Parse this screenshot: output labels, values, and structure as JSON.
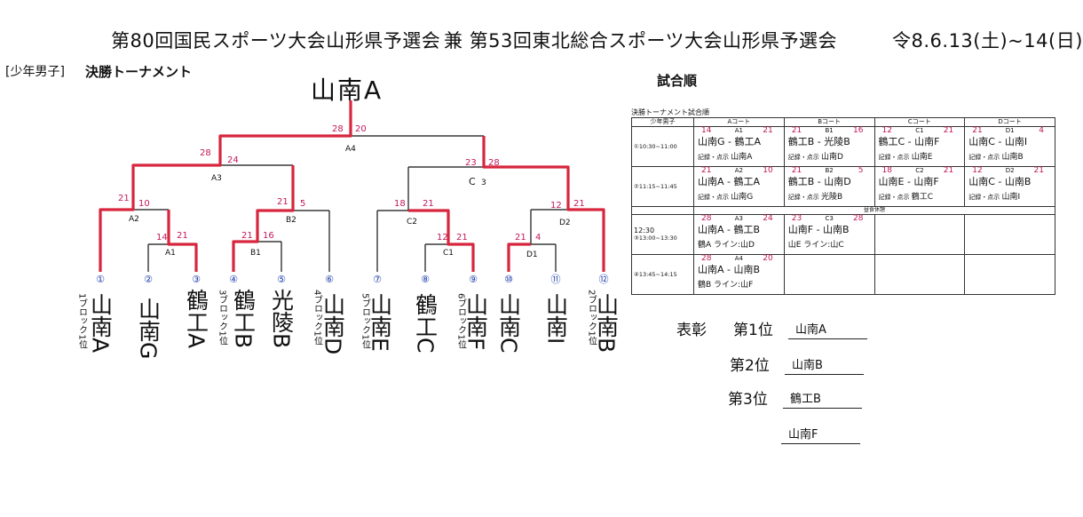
{
  "header": {
    "title_left": "第80回国民スポーツ大会山形県予選会",
    "title_right": "兼 第53回東北総合スポーツ大会山形県予選会",
    "date": "令8.6.13(土)~14(日)"
  },
  "category": "[少年男子]",
  "subtitle": "決勝トーナメント",
  "champion": "山南A",
  "schedule_heading": "試合順",
  "bracket": {
    "match_labels": {
      "A1": "A1",
      "A2": "A2",
      "A3": "A3",
      "A4": "A4",
      "B1": "B1",
      "B2": "B2",
      "C1": "C1",
      "C2": "C2",
      "C3": "C",
      "C3num": "3",
      "D1": "D1",
      "D2": "D2"
    },
    "scores": {
      "a4l": "28",
      "a4r": "20",
      "a3l": "28",
      "a3r": "24",
      "c3l": "23",
      "c3r": "28",
      "a2l": "21",
      "a2r": "10",
      "b2l": "21",
      "b2r": "5",
      "c2l": "18",
      "c2r": "21",
      "d2l": "12",
      "d2r": "21",
      "a1l": "14",
      "a1r": "21",
      "b1l": "21",
      "b1r": "16",
      "c1l": "12",
      "c1r": "21",
      "d1l": "21",
      "d1r": "4"
    },
    "entries": [
      {
        "num": "①",
        "sub": "1ブロック1位",
        "name": "山南A"
      },
      {
        "num": "②",
        "sub": "",
        "name": "山南G"
      },
      {
        "num": "③",
        "sub": "",
        "name": "鶴工A"
      },
      {
        "num": "④",
        "sub": "3ブロック1位",
        "name": "鶴工B"
      },
      {
        "num": "⑤",
        "sub": "",
        "name": "光陵B"
      },
      {
        "num": "⑥",
        "sub": "4ブロック1位",
        "name": "山南D"
      },
      {
        "num": "⑦",
        "sub": "5ブロック1位",
        "name": "山南E"
      },
      {
        "num": "⑧",
        "sub": "",
        "name": "鶴工C"
      },
      {
        "num": "⑨",
        "sub": "6ブロック1位",
        "name": "山南F"
      },
      {
        "num": "⑩",
        "sub": "",
        "name": "山南C"
      },
      {
        "num": "⑪",
        "sub": "",
        "name": "山南I"
      },
      {
        "num": "⑫",
        "sub": "2ブロック1位",
        "name": "山南B"
      }
    ]
  },
  "schedule": {
    "caption": "決勝トーナメント試合順",
    "corner": "少年男子",
    "courts": [
      "Aコート",
      "Bコート",
      "Cコート",
      "Dコート"
    ],
    "lunch": "昼食休憩",
    "rows": [
      {
        "time": "①10:30~11:00",
        "cells": [
          {
            "code": "A1",
            "sl": "14",
            "sr": "21",
            "match": "山南G - 鶴工A",
            "rec": "記録・点示",
            "ref": "山南A"
          },
          {
            "code": "B1",
            "sl": "21",
            "sr": "16",
            "match": "鶴工B - 光陵B",
            "rec": "記録・点示",
            "ref": "山南D"
          },
          {
            "code": "C1",
            "sl": "12",
            "sr": "21",
            "match": "鶴工C - 山南F",
            "rec": "記録・点示",
            "ref": "山南E"
          },
          {
            "code": "D1",
            "sl": "21",
            "sr": "4",
            "match": "山南C - 山南I",
            "rec": "記録・点示",
            "ref": "山南B"
          }
        ]
      },
      {
        "time": "②11:15~11:45",
        "cells": [
          {
            "code": "A2",
            "sl": "21",
            "sr": "10",
            "match": "山南A - 鶴工A",
            "rec": "記録・点示",
            "ref": "山南G"
          },
          {
            "code": "B2",
            "sl": "21",
            "sr": "5",
            "match": "鶴工B - 山南D",
            "rec": "記録・点示",
            "ref": "光陵B"
          },
          {
            "code": "C2",
            "sl": "18",
            "sr": "21",
            "match": "山南E - 山南F",
            "rec": "記録・点示",
            "ref": "鶴工C"
          },
          {
            "code": "D2",
            "sl": "12",
            "sr": "21",
            "match": "山南C - 山南B",
            "rec": "記録・点示",
            "ref": "山南I"
          }
        ]
      },
      {
        "time": "③13:00~13:30",
        "time_note": "12:30",
        "cells": [
          {
            "code": "A3",
            "sl": "28",
            "sr": "24",
            "match": "山南A - 鶴工B",
            "rec": "",
            "ref": "鶴A ライン:山D"
          },
          {
            "code": "C3",
            "sl": "23",
            "sr": "28",
            "match": "山南F - 山南B",
            "rec": "",
            "ref": "山E ライン:山C"
          },
          null,
          null
        ]
      },
      {
        "time": "④13:45~14:15",
        "cells": [
          {
            "code": "A4",
            "sl": "28",
            "sr": "20",
            "match": "山南A - 山南B",
            "rec": "",
            "ref": "鶴B ライン:山F"
          },
          null,
          null,
          null
        ]
      }
    ]
  },
  "awards": {
    "heading": "表彰",
    "items": [
      {
        "rank": "第1位",
        "team": "山南A"
      },
      {
        "rank": "第2位",
        "team": "山南B"
      },
      {
        "rank": "第3位",
        "team": "鶴工B"
      },
      {
        "rank": "",
        "team": "山南F"
      }
    ]
  },
  "colors": {
    "ink": "#111111",
    "winner_path": "#d7263d",
    "score": "#c2185b"
  }
}
